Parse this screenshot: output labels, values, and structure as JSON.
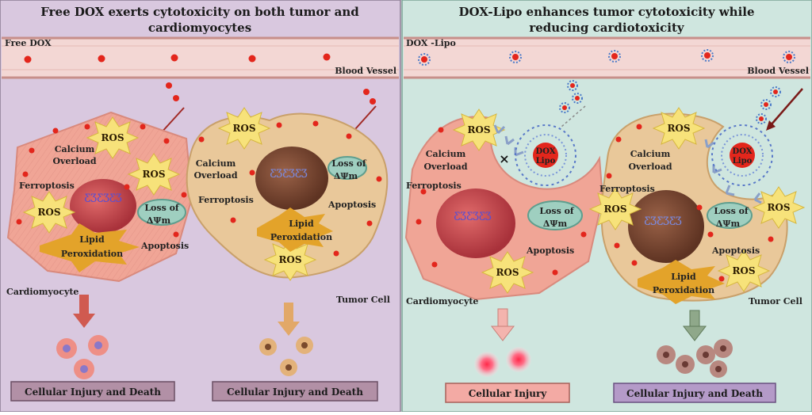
{
  "left_panel": {
    "title_line1": "Free DOX exerts cytotoxicity on both tumor and",
    "title_line2": "cardiomyocytes",
    "vessel_label": "Free DOX",
    "blood_vessel_label": "Blood Vessel",
    "cardio": {
      "ros_top": "ROS",
      "ros_right": "ROS",
      "ros_left": "ROS",
      "calcium_line1": "Calcium",
      "calcium_line2": "Overload",
      "ferroptosis": "Ferroptosis",
      "loss_line1": "Loss of",
      "loss_line2": "ΔΨm",
      "lipid_line1": "Lipid",
      "lipid_line2": "Peroxidation",
      "apoptosis": "Apoptosis",
      "cell_label": "Cardiomyocyte"
    },
    "tumor": {
      "ros_top": "ROS",
      "ros_bottom": "ROS",
      "calcium_line1": "Calcium",
      "calcium_line2": "Overload",
      "ferroptosis": "Ferroptosis",
      "loss_line1": "Loss of",
      "loss_line2": "ΔΨm",
      "lipid_line1": "Lipid",
      "lipid_line2": "Peroxidation",
      "apoptosis": "Apoptosis",
      "cell_label": "Tumor Cell"
    },
    "outcome_cardio": "Cellular Injury and Death",
    "outcome_tumor": "Cellular Injury and Death"
  },
  "right_panel": {
    "title_line1": "DOX-Lipo enhances tumor cytotoxicity while",
    "title_line2": "reducing cardiotoxicity",
    "vessel_label": "DOX -Lipo",
    "blood_vessel_label": "Blood Vessel",
    "cardio": {
      "ros_top": "ROS",
      "ros_bottom": "ROS",
      "calcium_line1": "Calcium",
      "calcium_line2": "Overload",
      "ferroptosis": "Ferroptosis",
      "loss_line1": "Loss of",
      "loss_line2": "ΔΨm",
      "apoptosis": "Apoptosis",
      "lipo_line1": "DOX",
      "lipo_line2": "Lipo",
      "block_mark": "×",
      "cell_label": "Cardiomyocyte"
    },
    "tumor": {
      "ros_top": "ROS",
      "ros_left": "ROS",
      "ros_right": "ROS",
      "ros_bottom": "ROS",
      "calcium_line1": "Calcium",
      "calcium_line2": "Overload",
      "ferroptosis": "Ferroptosis",
      "loss_line1": "Loss of",
      "loss_line2": "ΔΨm",
      "lipid_line1": "Lipid",
      "lipid_line2": "Peroxidation",
      "apoptosis": "Apoptosis",
      "lipo_line1": "DOX",
      "lipo_line2": "Lipo",
      "cell_label": "Tumor Cell"
    },
    "outcome_cardio": "Cellular Injury",
    "outcome_tumor": "Cellular Injury and Death"
  },
  "colors": {
    "left_bg": "#d9c8df",
    "right_bg": "#cfe6df",
    "vessel": "#f3d7d4",
    "dox_dot": "#e3261c",
    "cardio_cell": "#f0a596",
    "tumor_cell": "#e9c89a",
    "nucleus_cardio": "#c9444a",
    "nucleus_tumor": "#7d4a34",
    "ros_star": "#f7e27a",
    "lipid_burst": "#e3a32a",
    "box_left": "#b290a6",
    "box_right_injury": "#f3aaa4",
    "box_right_death": "#b49ac8"
  }
}
